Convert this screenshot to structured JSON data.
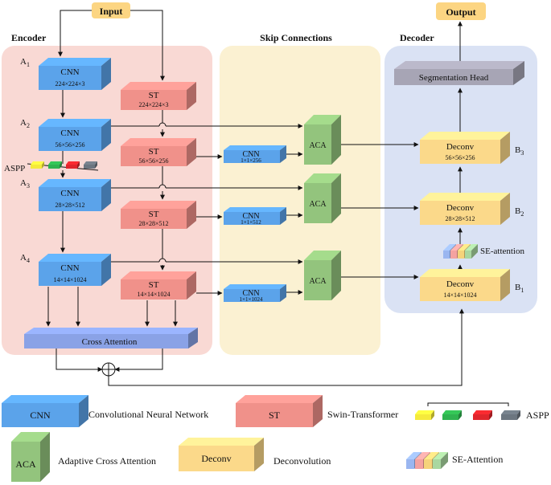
{
  "io": {
    "input": "Input",
    "output": "Output"
  },
  "panels": {
    "encoder": "Encoder",
    "skip": "Skip Connections",
    "decoder": "Decoder"
  },
  "encoder": {
    "cnn_blocks": [
      {
        "name": "CNN",
        "size": "224×224×3",
        "tag": "A",
        "sub": "1"
      },
      {
        "name": "CNN",
        "size": "56×56×256",
        "tag": "A",
        "sub": "2"
      },
      {
        "name": "CNN",
        "size": "28×28×512",
        "tag": "A",
        "sub": "3"
      },
      {
        "name": "CNN",
        "size": "14×14×1024",
        "tag": "A",
        "sub": "4"
      }
    ],
    "st_blocks": [
      {
        "name": "ST",
        "size": "224×224×3"
      },
      {
        "name": "ST",
        "size": "56×56×256"
      },
      {
        "name": "ST",
        "size": "28×28×512"
      },
      {
        "name": "ST",
        "size": "14×14×1024"
      }
    ],
    "aspp_label": "ASPP",
    "cross_attention": "Cross Attention"
  },
  "skip": {
    "cnn_blocks": [
      {
        "name": "CNN",
        "size": "1×1×256"
      },
      {
        "name": "CNN",
        "size": "1×1×512"
      },
      {
        "name": "CNN",
        "size": "1×1×1024"
      }
    ],
    "aca_label": "ACA"
  },
  "decoder": {
    "segmentation_head": "Segmentation Head",
    "deconv_blocks": [
      {
        "name": "Deconv",
        "size": "56×56×256",
        "tag": "B",
        "sub": "3"
      },
      {
        "name": "Deconv",
        "size": "28×28×512",
        "tag": "B",
        "sub": "2"
      },
      {
        "name": "Deconv",
        "size": "14×14×1024",
        "tag": "B",
        "sub": "1"
      }
    ],
    "se_attention": "SE-attention"
  },
  "legend": {
    "cnn_box": "CNN",
    "cnn_text": "Convolutional Neural Network",
    "st_box": "ST",
    "st_text": "Swin-Transformer",
    "aspp_text": "ASPP",
    "aca_box": "ACA",
    "aca_text": "Adaptive Cross Attention",
    "deconv_box": "Deconv",
    "deconv_text": "Deconvolution",
    "se_text": "SE-Attention"
  },
  "colors": {
    "encoder_bg": "#f9d9d4",
    "skip_bg": "#fbf1d2",
    "decoder_bg": "#dae2f4",
    "cnn": "#5ba3ea",
    "st": "#f0918a",
    "aca": "#93c47d",
    "deconv": "#fbd98a",
    "head": "#a7a5b5",
    "io": "#fcd582",
    "cross": "#8aa2e6",
    "aspp": [
      "#f5ea3c",
      "#2fb34f",
      "#e0262c",
      "#6c7680"
    ],
    "se": [
      "#9ab6f0",
      "#f4a2a0",
      "#f5d37a",
      "#a9d7a0"
    ]
  }
}
